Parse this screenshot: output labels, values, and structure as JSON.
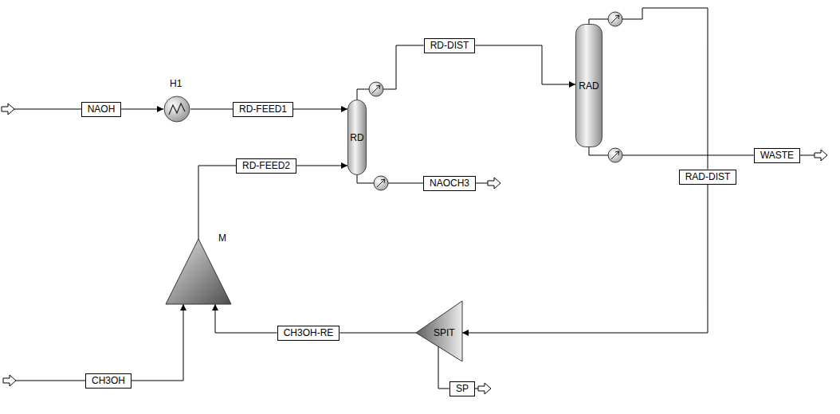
{
  "diagram": {
    "nodes": [
      {
        "text": [
          "H1"
        ]
      },
      {
        "text": [
          "NAOH"
        ]
      },
      {
        "text": [
          "RD-FEED1"
        ]
      },
      {
        "text": [
          "RD"
        ]
      },
      {
        "text": [
          "RD-DIST"
        ]
      },
      {
        "text": [
          "RAD"
        ]
      },
      {
        "text": [
          "RD-FEED2"
        ]
      },
      {
        "text": [
          "NAOCH3"
        ]
      },
      {
        "text": [
          "WASTE"
        ]
      },
      {
        "text": [
          "RAD-DIST"
        ]
      },
      {
        "text": [
          "M"
        ]
      },
      {
        "text": [
          "CH3OH-RE"
        ]
      },
      {
        "text": [
          "SPIT"
        ]
      },
      {
        "text": [
          "CH3OH"
        ]
      },
      {
        "text": [
          "SP"
        ]
      }
    ],
    "edges": [
      {
        "from": 1,
        "to": 0,
        "arrow": "to"
      },
      {
        "from": 0,
        "to": 2,
        "arrow": "none"
      },
      {
        "from": 2,
        "to": 3,
        "arrow": "to"
      },
      {
        "from": 3,
        "to": 4,
        "arrow": "none"
      },
      {
        "from": 4,
        "to": 5,
        "arrow": "to"
      },
      {
        "from": 5,
        "to": 9,
        "arrow": "none"
      },
      {
        "from": 9,
        "to": 12,
        "arrow": "to"
      },
      {
        "from": 12,
        "to": 11,
        "arrow": "none"
      },
      {
        "from": 11,
        "to": 10,
        "arrow": "to"
      },
      {
        "from": 13,
        "to": 10,
        "arrow": "to"
      },
      {
        "from": 10,
        "to": 6,
        "arrow": "none"
      },
      {
        "from": 6,
        "to": 3,
        "arrow": "to"
      },
      {
        "from": 3,
        "to": 7,
        "arrow": "none"
      },
      {
        "from": 5,
        "to": 8,
        "arrow": "none"
      },
      {
        "from": 12,
        "to": 14,
        "arrow": "none"
      }
    ]
  }
}
